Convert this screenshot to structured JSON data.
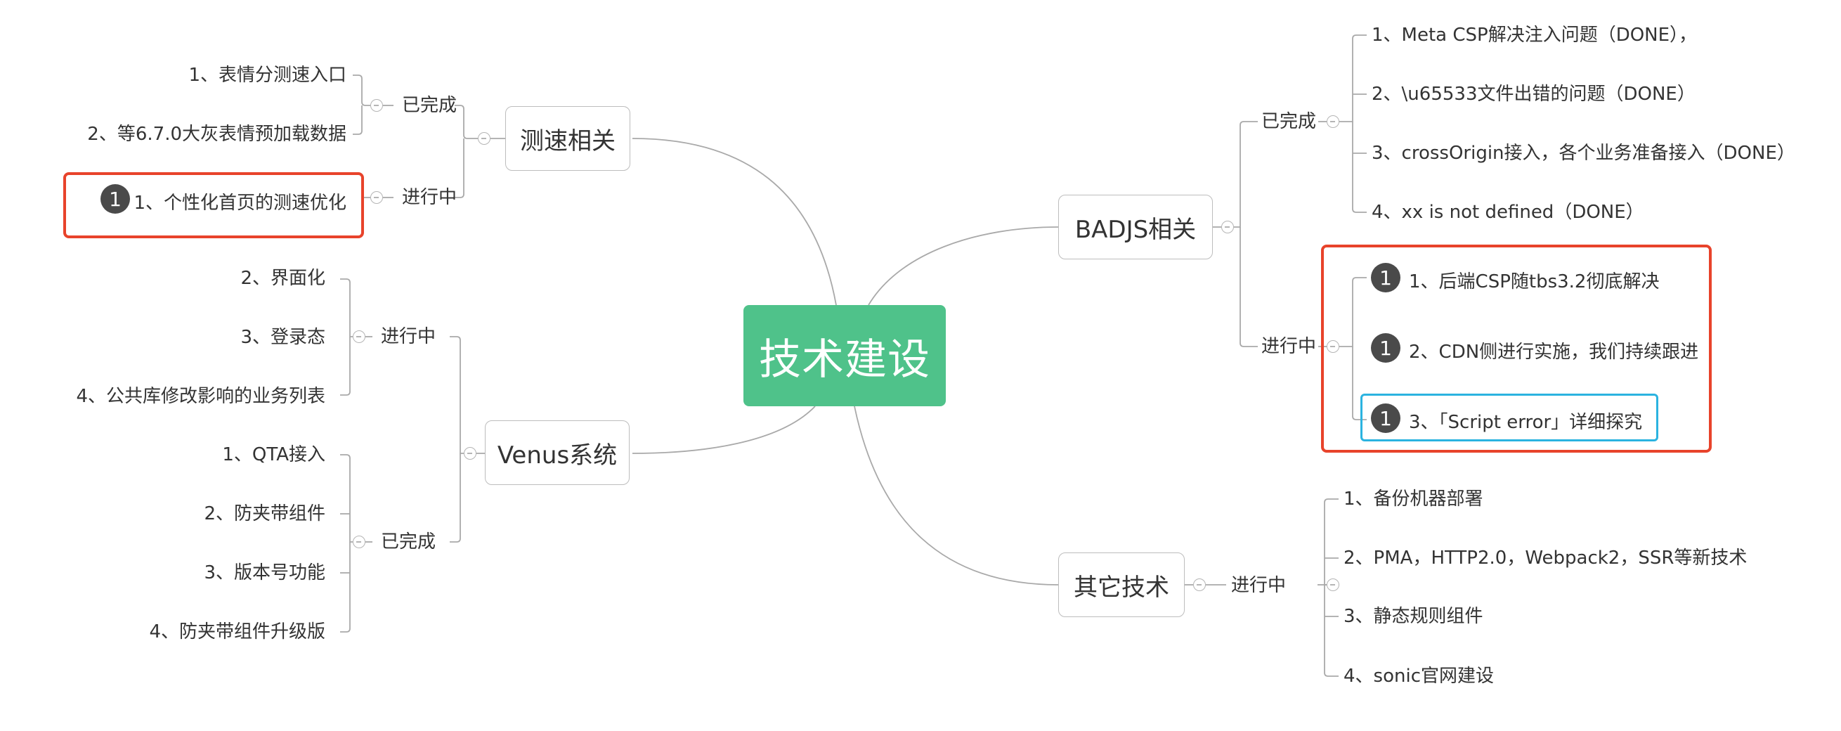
{
  "central": "技术建设",
  "topics": {
    "speed": {
      "title": "测速相关",
      "done_label": "已完成",
      "done_items": [
        "1、表情分测速入口",
        "2、等6.7.0大灰表情预加载数据"
      ],
      "progress_label": "进行中",
      "progress_items": [
        "1、个性化首页的测速优化"
      ]
    },
    "venus": {
      "title": "Venus系统",
      "progress_label": "进行中",
      "progress_items": [
        "2、界面化",
        "3、登录态",
        "4、公共库修改影响的业务列表"
      ],
      "done_label": "已完成",
      "done_items": [
        "1、QTA接入",
        "2、防夹带组件",
        "3、版本号功能",
        "4、防夹带组件升级版"
      ]
    },
    "badjs": {
      "title": "BADJS相关",
      "done_label": "已完成",
      "done_items": [
        "1、Meta CSP解决注入问题（DONE），",
        "2、\\u65533文件出错的问题（DONE）",
        "3、crossOrigin接入，各个业务准备接入（DONE）",
        "4、xx is not defined（DONE）"
      ],
      "progress_label": "进行中",
      "progress_items": [
        "1、后端CSP随tbs3.2彻底解决",
        "2、CDN侧进行实施，我们持续跟进",
        "3、「Script error」详细探究"
      ]
    },
    "other": {
      "title": "其它技术",
      "progress_label": "进行中",
      "progress_items": [
        "1、备份机器部署",
        "2、PMA，HTTP2.0，Webpack2，SSR等新技术",
        "3、静态规则组件",
        "4、sonic官网建设"
      ]
    }
  },
  "marker": "1",
  "colors": {
    "central": "#4fc28a",
    "highlight_red": "#e8432b",
    "highlight_blue": "#2bb3e0",
    "line": "#aaaaaa"
  }
}
